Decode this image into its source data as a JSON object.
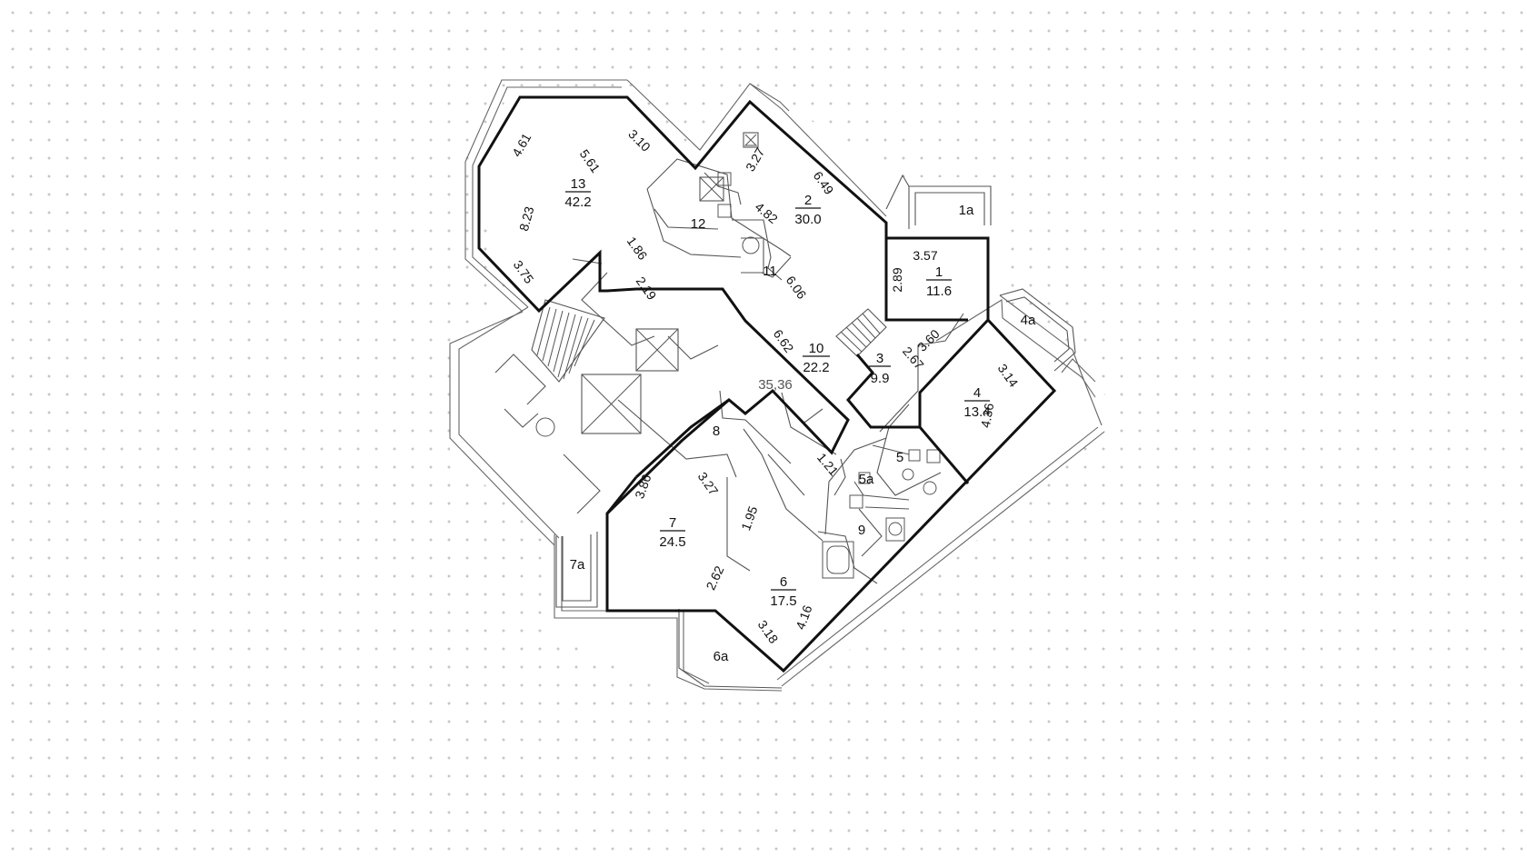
{
  "rooms": [
    {
      "id": "r13",
      "number": "13",
      "area": "42.2"
    },
    {
      "id": "r2",
      "number": "2",
      "area": "30.0"
    },
    {
      "id": "r1",
      "number": "1",
      "area": "11.6"
    },
    {
      "id": "r10",
      "number": "10",
      "area": "22.2"
    },
    {
      "id": "r3",
      "number": "3",
      "area": "9.9"
    },
    {
      "id": "r4",
      "number": "4",
      "area": "13.4"
    },
    {
      "id": "r7",
      "number": "7",
      "area": "24.5"
    },
    {
      "id": "r6",
      "number": "6",
      "area": "17.5"
    }
  ],
  "labels": {
    "r12": "12",
    "r11": "11",
    "r1a": "1a",
    "r4a": "4a",
    "r5": "5",
    "r5a": "5a",
    "r9": "9",
    "r8": "8",
    "r7a": "7a",
    "r6a": "6a",
    "common": "35,36"
  },
  "dimensions": {
    "d461": "4.61",
    "d561": "5.61",
    "d310": "3.10",
    "d823": "8.23",
    "d375": "3.75",
    "d186": "1.86",
    "d219": "2.19",
    "d327a": "3.27",
    "d649": "6.49",
    "d482": "4.82",
    "d606": "6.06",
    "d357": "3.57",
    "d289": "2.89",
    "d662": "6.62",
    "d360": "3.60",
    "d267": "2.67",
    "d314": "3.14",
    "d436": "4.36",
    "d121": "1.21",
    "d386": "3.86",
    "d327b": "3.27",
    "d195": "1.95",
    "d262": "2.62",
    "d318": "3.18",
    "d416": "4.16"
  }
}
